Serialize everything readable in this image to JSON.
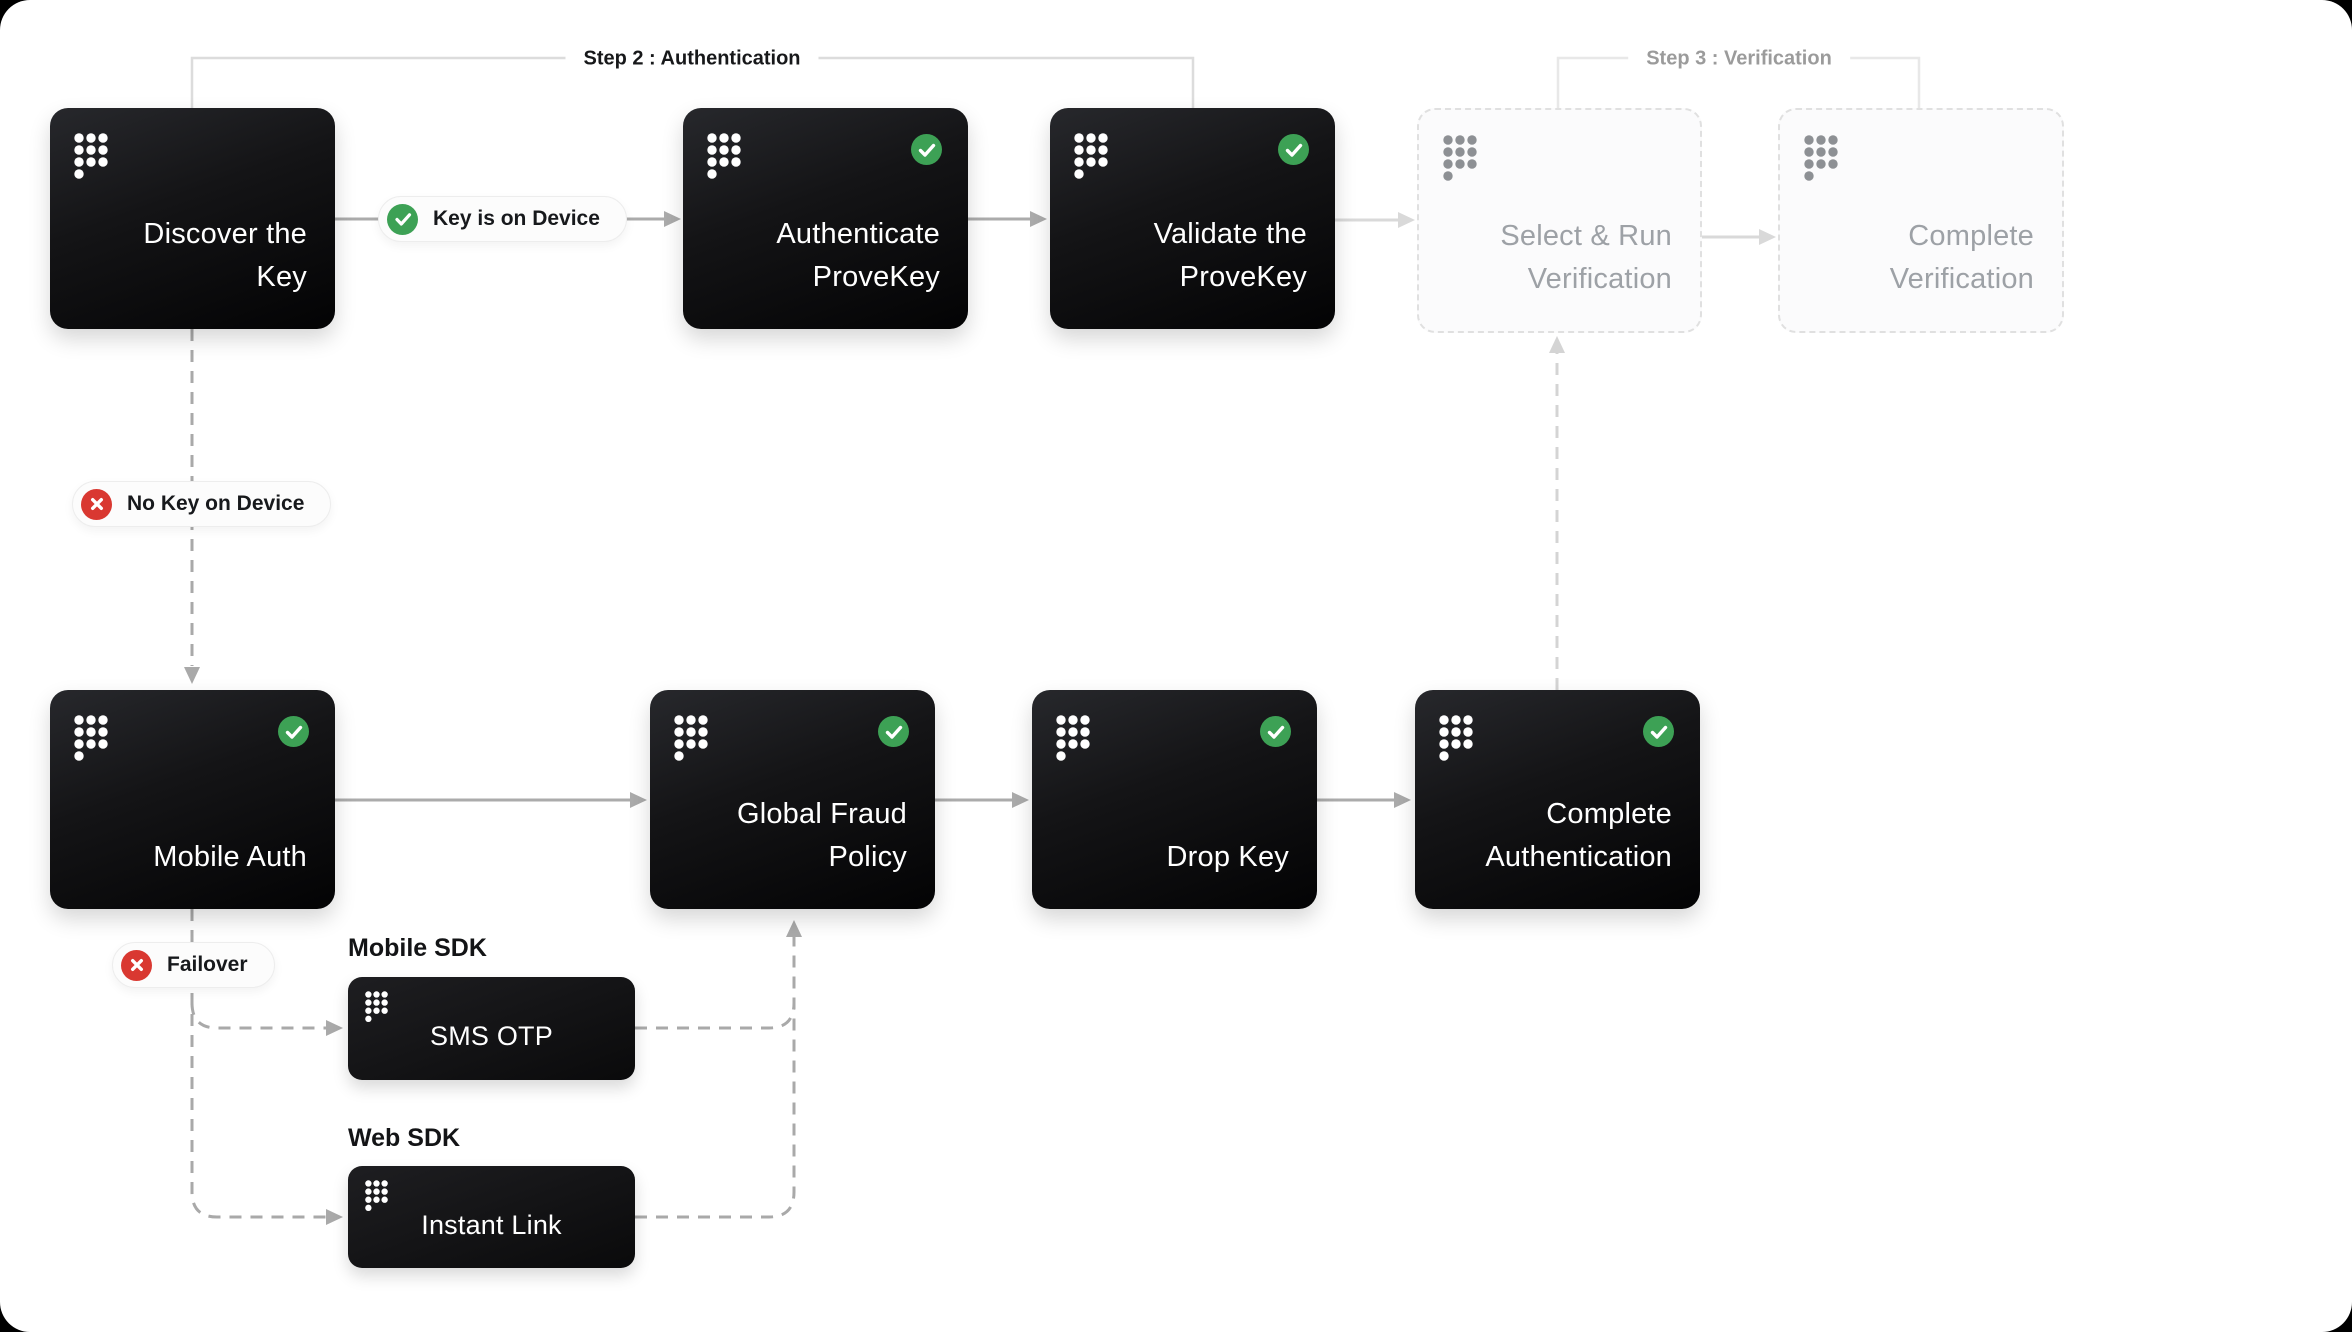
{
  "nodes": {
    "discover": {
      "line1": "Discover the",
      "line2": "Key"
    },
    "authenticate": {
      "line1": "Authenticate",
      "line2": "ProveKey"
    },
    "validate": {
      "line1": "Validate the",
      "line2": "ProveKey"
    },
    "select_run": {
      "line1": "Select & Run",
      "line2": "Verification"
    },
    "complete_verification": {
      "line1": "Complete",
      "line2": "Verification"
    },
    "mobile_auth": {
      "line1": "Mobile Auth"
    },
    "global_fraud_policy": {
      "line1": "Global Fraud",
      "line2": "Policy"
    },
    "drop_key": {
      "line1": "Drop Key"
    },
    "complete_authentication": {
      "line1": "Complete",
      "line2": "Authentication"
    },
    "sms_otp": {
      "label": "SMS OTP"
    },
    "instant_link": {
      "label": "Instant Link"
    }
  },
  "edge_badges": {
    "key_on_device": {
      "label": "Key is on Device",
      "icon": "check-icon",
      "color": "#3da155"
    },
    "no_key_on_device": {
      "label": "No Key on Device",
      "icon": "x-icon",
      "color": "#d93831"
    },
    "failover": {
      "label": "Failover",
      "icon": "x-icon",
      "color": "#d93831"
    }
  },
  "group_labels": {
    "step2": "Step 2 : Authentication",
    "step3": "Step 3 : Verification"
  },
  "sdk_labels": {
    "mobile": "Mobile SDK",
    "web": "Web SDK"
  },
  "icons": {
    "node_logo": "prove-dots-icon",
    "done": "check-icon",
    "fail": "x-icon",
    "arrow": "arrow-icon"
  },
  "colors": {
    "success_green": "#3da155",
    "error_red": "#d93831",
    "card_text": "#ffffff",
    "ghost_text": "#9da1a6",
    "active_line": "#ababab",
    "inactive_line": "#d9d9d9",
    "dashed_line": "#a9a9a9",
    "bracket_line": "#dcdcdc"
  }
}
